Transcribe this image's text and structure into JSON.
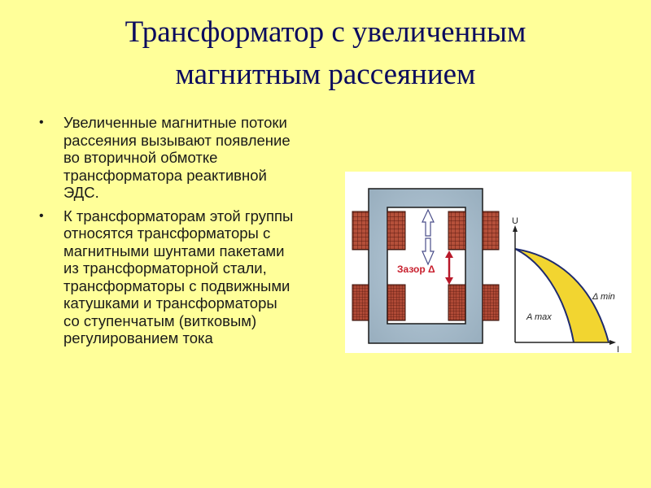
{
  "slide": {
    "title_lines": [
      "Трансформатор с увеличенным",
      "магнитным рассеянием"
    ],
    "bullets": [
      "Увеличенные магнитные потоки рассеяния вызывают появление во вторичной обмотке трансформатора реактивной ЭДС.",
      "К трансформаторам этой группы относятся трансформаторы с магнитными шунтами пакетами из трансформаторной стали, трансформаторы с подвижными катушками и трансформаторы со ступенчатым (витковым) регулированием тока"
    ],
    "bullet_glyph": "•"
  },
  "figure": {
    "gap_label": "Зазор Δ",
    "graph": {
      "y_axis_label": "U",
      "x_axis_label": "I",
      "curve_inner_label": "A max",
      "curve_outer_label": "Δ min"
    }
  },
  "colors": {
    "background": "#FFFF99",
    "title": "#0B0B5E",
    "core": "#A9BFCF",
    "coil": "#A8442E",
    "gap_label": "#C8202E",
    "graph_fill": "#F2D530",
    "graph_curve": "#1E2A6E"
  }
}
